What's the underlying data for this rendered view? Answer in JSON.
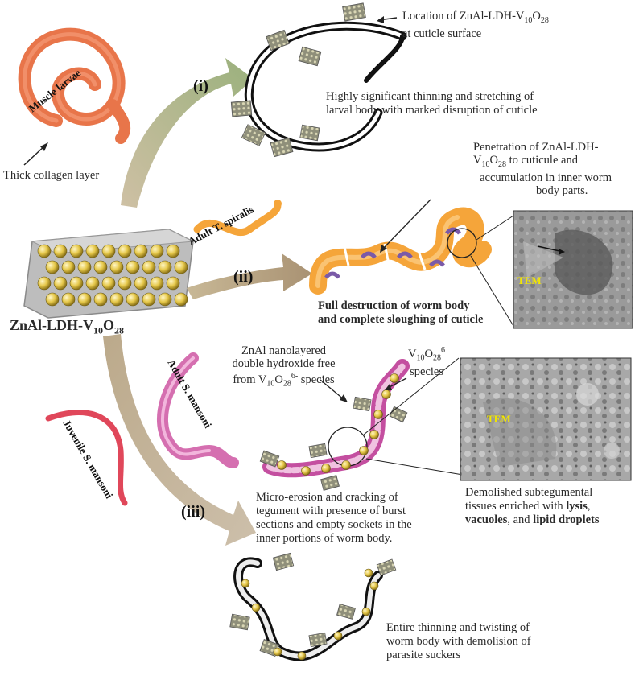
{
  "center_material": {
    "label_main": "ZnAl-LDH-V",
    "label_sub1": "10",
    "label_mid": "O",
    "label_sub2": "28"
  },
  "muscle_larvae": {
    "label": "Muscle larvae",
    "collagen_label": "Thick collagen layer"
  },
  "adult_t_spiralis": {
    "label": "Adult T. spiralis"
  },
  "adult_s_mansoni": {
    "label": "Adult S. mansoni"
  },
  "juvenile_s_mansoni": {
    "label": "Juvenile S. mansoni"
  },
  "steps": {
    "i": "(i)",
    "ii": "(ii)",
    "iii": "(iii)"
  },
  "panel_i": {
    "location_line1_a": "Location of ZnAl-LDH-V",
    "location_line1_sub1": "10",
    "location_line1_b": "O",
    "location_line1_sub2": "28",
    "location_line2": "at cuticle surface",
    "effect_line1": "Highly significant thinning and stretching of",
    "effect_line2": "larval body with marked disruption of cuticle"
  },
  "panel_ii": {
    "penetration_line1": "Penetration of ZnAl-LDH-",
    "penetration_line2_a": "V",
    "penetration_line2_sub1": "10",
    "penetration_line2_b": "O",
    "penetration_line2_sub2": "28",
    "penetration_line2_c": " to cuticule and",
    "penetration_line3": "accumulation in inner worm",
    "penetration_line4": "body parts.",
    "result_line1": "Full destruction of worm body",
    "result_line2": "and complete sloughing of cuticle",
    "tem_label": "TEM"
  },
  "panel_iii": {
    "nano_line1": "ZnAl nanolayered",
    "nano_line2": "double hydroxide free",
    "nano_line3_a": "from V",
    "nano_line3_sub1": "10",
    "nano_line3_b": "O",
    "nano_line3_sub2": "28",
    "nano_line3_sup": "6-",
    "nano_line3_c": " species",
    "species_a": "V",
    "species_sub1": "10",
    "species_b": "O",
    "species_sub2": "28",
    "species_sup": "6",
    "species_line2": "species",
    "tem_label": "TEM",
    "erosion_line1": "Micro-erosion and cracking of",
    "erosion_line2": "tegument with presence of burst",
    "erosion_line3": "sections and empty sockets in the",
    "erosion_line4": "inner portions of worm body.",
    "demolished_line1": "Demolished subtegumental",
    "demolished_line2_a": "tissues enriched with ",
    "demolished_line2_b": "lysis",
    "demolished_line2_c": ",",
    "demolished_line3_a": "vacuoles",
    "demolished_line3_b": ", and ",
    "demolished_line3_c": "lipid droplets",
    "thinning_line1": "Entire thinning and twisting of",
    "thinning_line2": "worm body with demolision of",
    "thinning_line3": "parasite suckers"
  },
  "colors": {
    "arrow": "#b8a88a",
    "arrow_green": "#9fae7e",
    "larvae_orange": "#e8754a",
    "worm_orange": "#f5a53a",
    "schisto_pink": "#d56fb0",
    "juvenile_red": "#e0475a",
    "sphere_gold": "#e6c84a",
    "tem_yellow": "#f2e600"
  }
}
